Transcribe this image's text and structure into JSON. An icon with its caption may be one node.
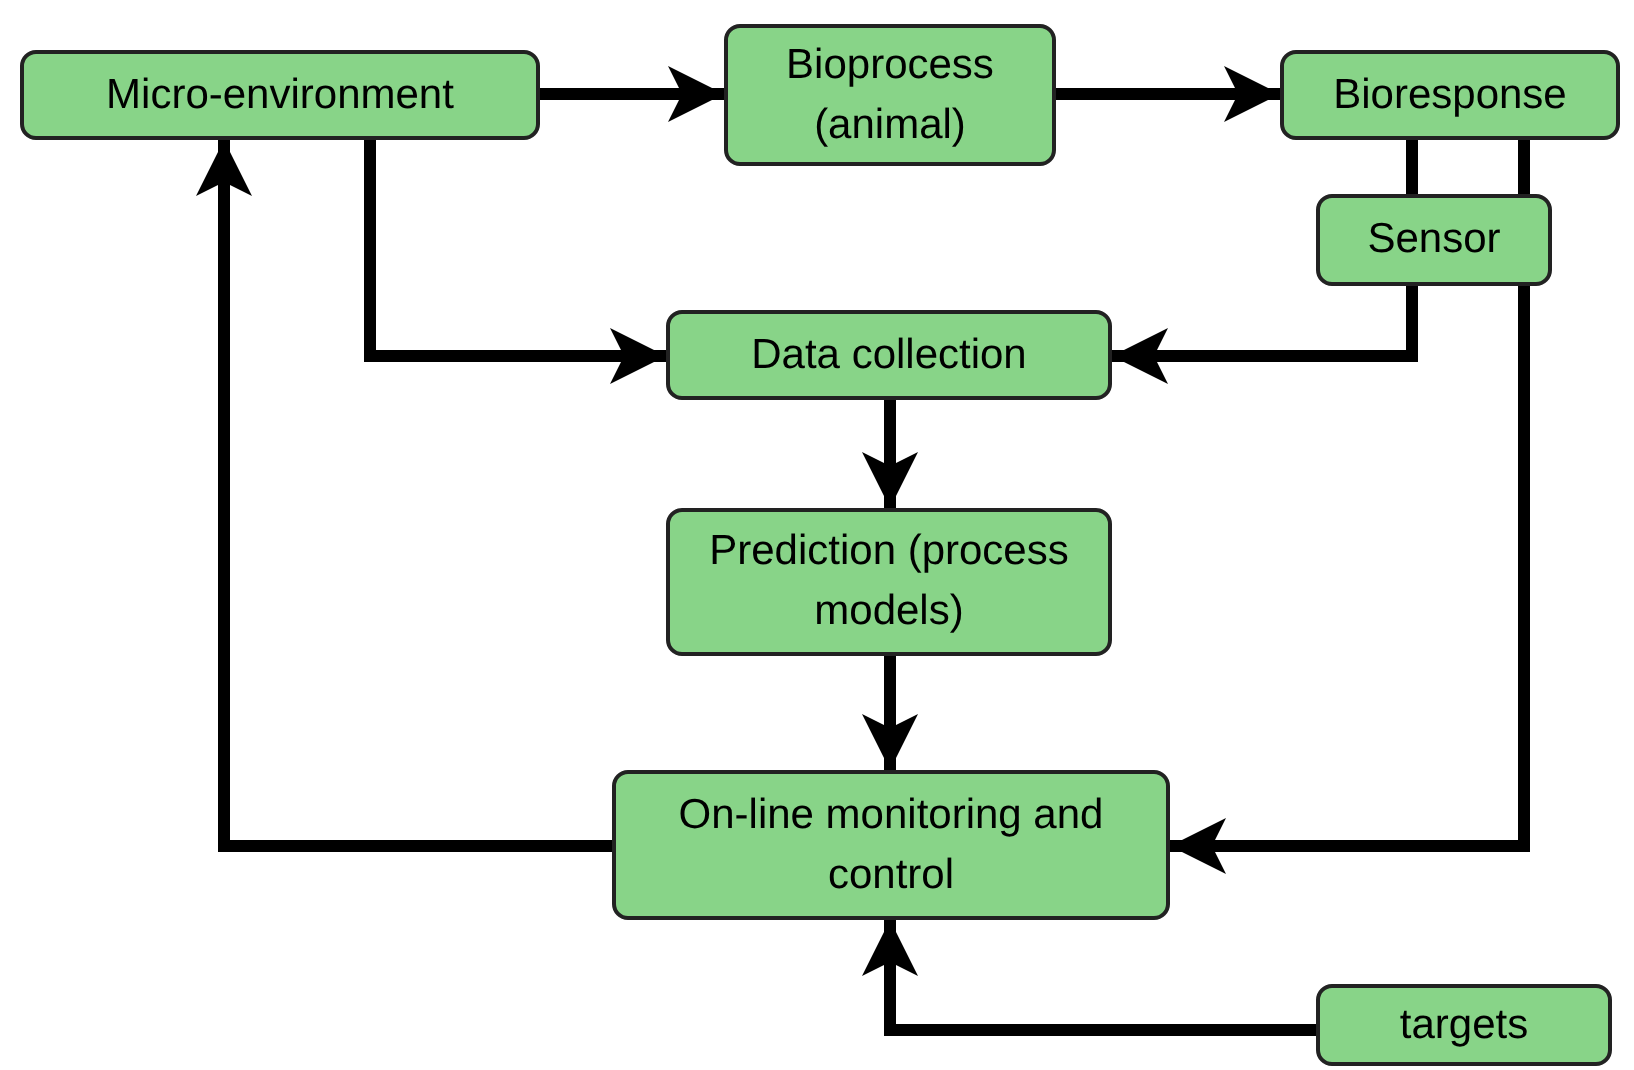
{
  "diagram": {
    "nodes": [
      {
        "text": [
          "Micro-environment"
        ]
      },
      {
        "text": [
          "Bioprocess (animal)"
        ]
      },
      {
        "text": [
          "Bioresponse"
        ]
      },
      {
        "text": [
          "Sensor"
        ]
      },
      {
        "text": [
          "Data collection"
        ]
      },
      {
        "text": [
          "Prediction (process models)"
        ]
      },
      {
        "text": [
          "On-line monitoring and control"
        ]
      },
      {
        "text": [
          "targets"
        ]
      }
    ],
    "edges": [
      {
        "from": 0,
        "to": 1,
        "arrow": "to"
      },
      {
        "from": 1,
        "to": 2,
        "arrow": "to"
      },
      {
        "from": 2,
        "to": 3,
        "arrow": "none"
      },
      {
        "from": 2,
        "to": 3,
        "arrow": "none"
      },
      {
        "from": 3,
        "to": 4,
        "arrow": "to"
      },
      {
        "from": 3,
        "to": 6,
        "arrow": "to"
      },
      {
        "from": 0,
        "to": 4,
        "arrow": "to"
      },
      {
        "from": 4,
        "to": 5,
        "arrow": "to"
      },
      {
        "from": 5,
        "to": 6,
        "arrow": "to"
      },
      {
        "from": 6,
        "to": 0,
        "arrow": "to"
      },
      {
        "from": 7,
        "to": 6,
        "arrow": "to"
      }
    ]
  }
}
